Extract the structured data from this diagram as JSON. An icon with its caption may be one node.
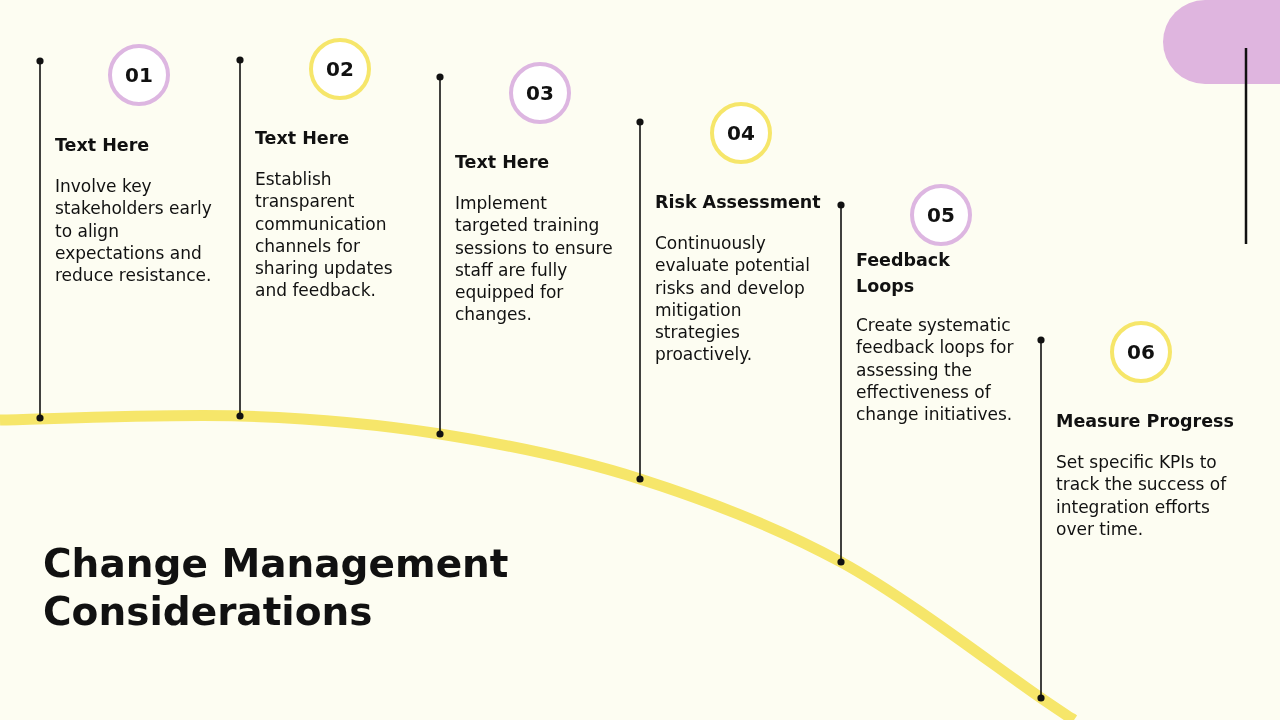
{
  "diagram": {
    "title": "Change Management Considerations",
    "nodes": [
      {
        "text": [
          "01"
        ],
        "beside": [
          "Text Here",
          "Involve key stakeholders early to align expectations and reduce resistance."
        ]
      },
      {
        "text": [
          "02"
        ],
        "beside": [
          "Text Here",
          "Establish transparent communication channels for sharing updates and feedback."
        ]
      },
      {
        "text": [
          "03"
        ],
        "beside": [
          "Text Here",
          "Implement targeted training sessions to ensure staff are fully equipped for changes."
        ]
      },
      {
        "text": [
          "04"
        ],
        "beside": [
          "Risk Assessment",
          "Continuously evaluate potential risks and develop mitigation strategies proactively."
        ]
      },
      {
        "text": [
          "05"
        ],
        "beside": [
          "Feedback Loops",
          "Create systematic feedback loops for assessing the effectiveness of change initiatives."
        ]
      },
      {
        "text": [
          "06"
        ],
        "beside": [
          "Measure Progress",
          "Set specific KPIs to track the success of integration efforts over time."
        ]
      }
    ]
  }
}
